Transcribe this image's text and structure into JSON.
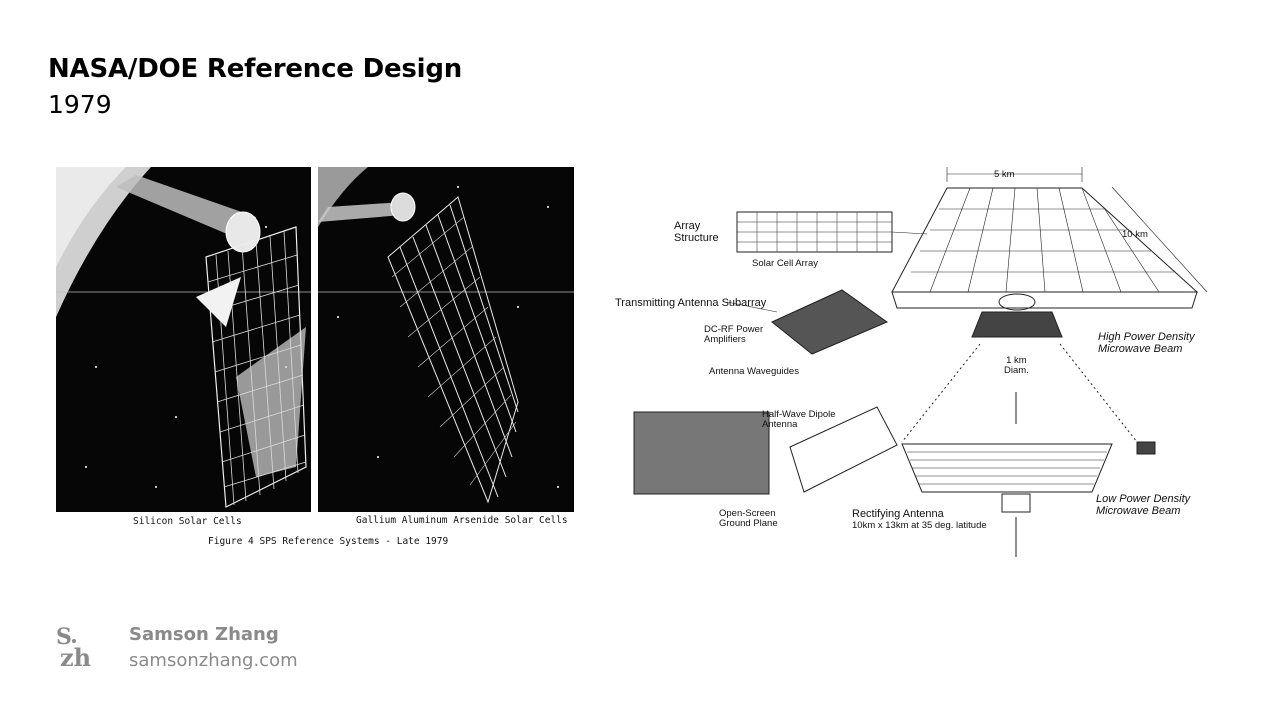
{
  "slide": {
    "title": "NASA/DOE Reference Design",
    "subtitle": "1979"
  },
  "left_figure": {
    "caption_left": "Silicon Solar Cells",
    "caption_right": "Gallium Aluminum Arsenide Solar Cells",
    "figure_caption": "Figure 4  SPS Reference Systems - Late 1979"
  },
  "right_diagram": {
    "dim_width": "5 km",
    "dim_length": "10 km",
    "array_structure": "Array\nStructure",
    "solar_cell_array": "Solar Cell Array",
    "transmitting_subarray": "Transmitting Antenna Subarray",
    "dc_rf": "DC-RF Power\nAmplifiers",
    "waveguides": "Antenna Waveguides",
    "dish_diam": "1 km\nDiam.",
    "high_beam": "High Power Density\nMicrowave Beam",
    "dipole": "Half-Wave Dipole\nAntenna",
    "ground_plane": "Open-Screen\nGround Plane",
    "rectenna": "Rectifying Antenna",
    "rectenna_size": "10km x 13km at 35 deg. latitude",
    "low_beam": "Low Power Density\nMicrowave Beam"
  },
  "footer": {
    "logo_text": "S.zh",
    "author": "Samson Zhang",
    "website": "samsonzhang.com"
  }
}
